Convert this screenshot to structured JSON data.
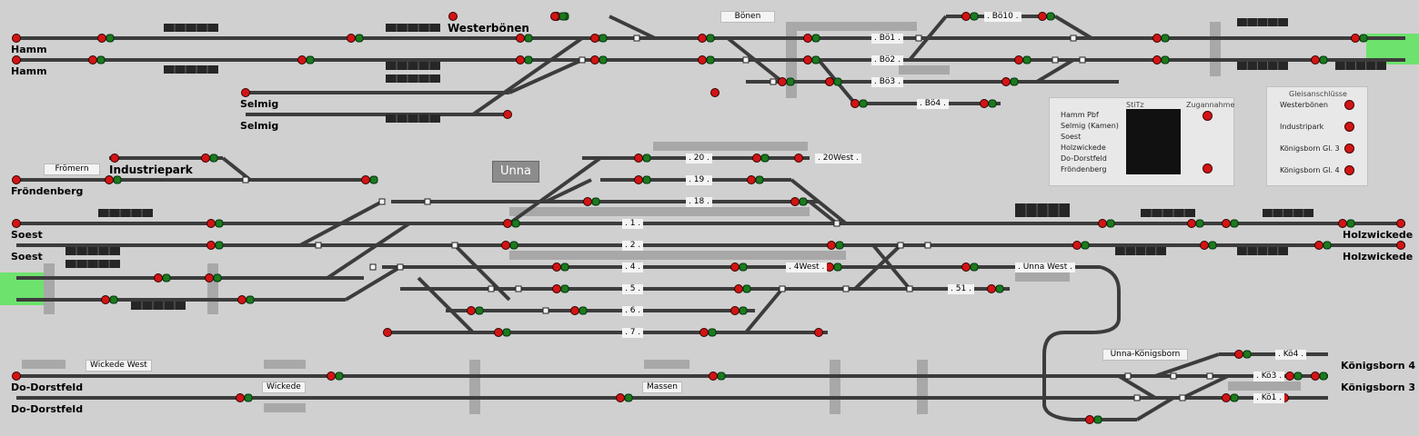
{
  "stations": {
    "hamm_1": "Hamm",
    "hamm_2": "Hamm",
    "westerboenen": "Westerbönen",
    "boenen": "Bönen",
    "selmig_1": "Selmig",
    "selmig_2": "Selmig",
    "froemern": "Frömern",
    "industriepark": "Industriepark",
    "froendenberg": "Fröndenberg",
    "unna": "Unna",
    "soest_1": "Soest",
    "soest_2": "Soest",
    "holzwickede_1": "Holzwickede",
    "holzwickede_2": "Holzwickede",
    "wickede_west": "Wickede West",
    "wickede": "Wickede",
    "massen": "Massen",
    "do_dorstfeld_1": "Do-Dorstfeld",
    "do_dorstfeld_2": "Do-Dorstfeld",
    "unna_koenigsborn": "Unna-Königsborn",
    "koenigsborn_4": "Königsborn 4",
    "koenigsborn_3": "Königsborn 3"
  },
  "track_labels": {
    "bo10": ". Bö10 .",
    "bo1": ". Bö1 .",
    "bo2": ". Bö2 .",
    "bo3": ". Bö3 .",
    "bo4": ". Bö4 .",
    "u20": ". 20 .",
    "u20w": ". 20West .",
    "u19": ". 19 .",
    "u18": ". 18 .",
    "u1": ". 1 .",
    "u2": ". 2 .",
    "u4": ". 4 .",
    "u4w": ". 4West .",
    "u5": ". 5 .",
    "u6": ". 6 .",
    "u7": ". 7 .",
    "u51": ". 51 .",
    "unna_west": ". Unna West .",
    "ko4": ". Kö4 .",
    "ko3": ". Kö3 .",
    "ko1": ". Kö1 ."
  },
  "stitz_panel": {
    "col_stitz": "StiTz",
    "col_zugannahme": "Zugannahme",
    "rows": [
      "Hamm Pbf",
      "Selmig (Kamen)",
      "Soest",
      "Holzwickede",
      "Do-Dorstfeld",
      "Fröndenberg"
    ]
  },
  "gleis_panel": {
    "title": "Gleisanschlüsse",
    "rows": [
      "Westerbönen",
      "Industripark",
      "Königsborn Gl. 3",
      "Königsborn Gl. 4"
    ]
  },
  "colors": {
    "background": "#d0d0d0",
    "track": "#404040",
    "signal_red": "#d21414",
    "signal_green": "#1c7a1c",
    "highlight_green": "#6de26d"
  }
}
